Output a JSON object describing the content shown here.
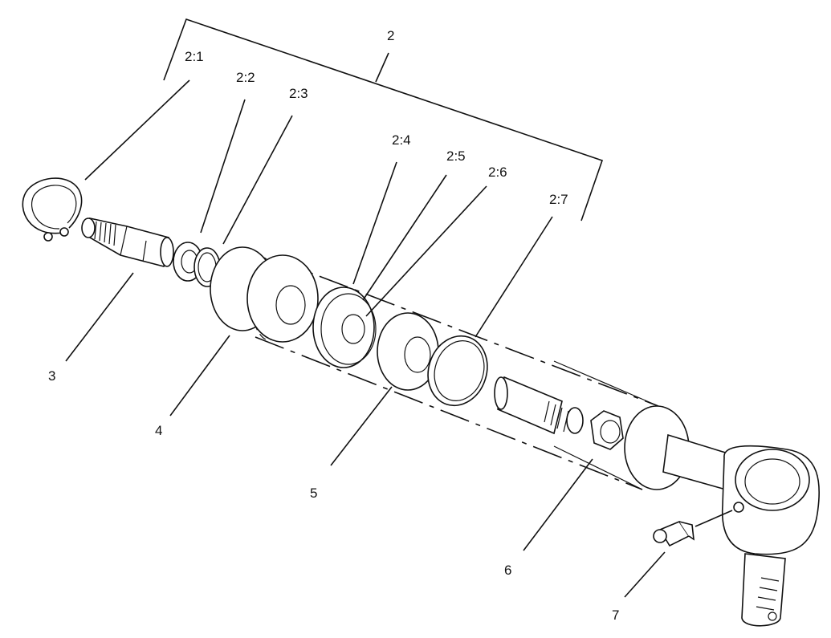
{
  "labels": {
    "assembly": "2",
    "snap_ring": "2:1",
    "part_2_2": "2:2",
    "part_2_3": "2:3",
    "part_2_4": "2:4",
    "part_2_5": "2:5",
    "part_2_6": "2:6",
    "part_2_7": "2:7",
    "ball_stud": "3",
    "part_4": "4",
    "part_5": "5",
    "part_6": "6",
    "grease_fitting": "7"
  },
  "colors": {
    "line": "#111111",
    "background": "#ffffff"
  }
}
